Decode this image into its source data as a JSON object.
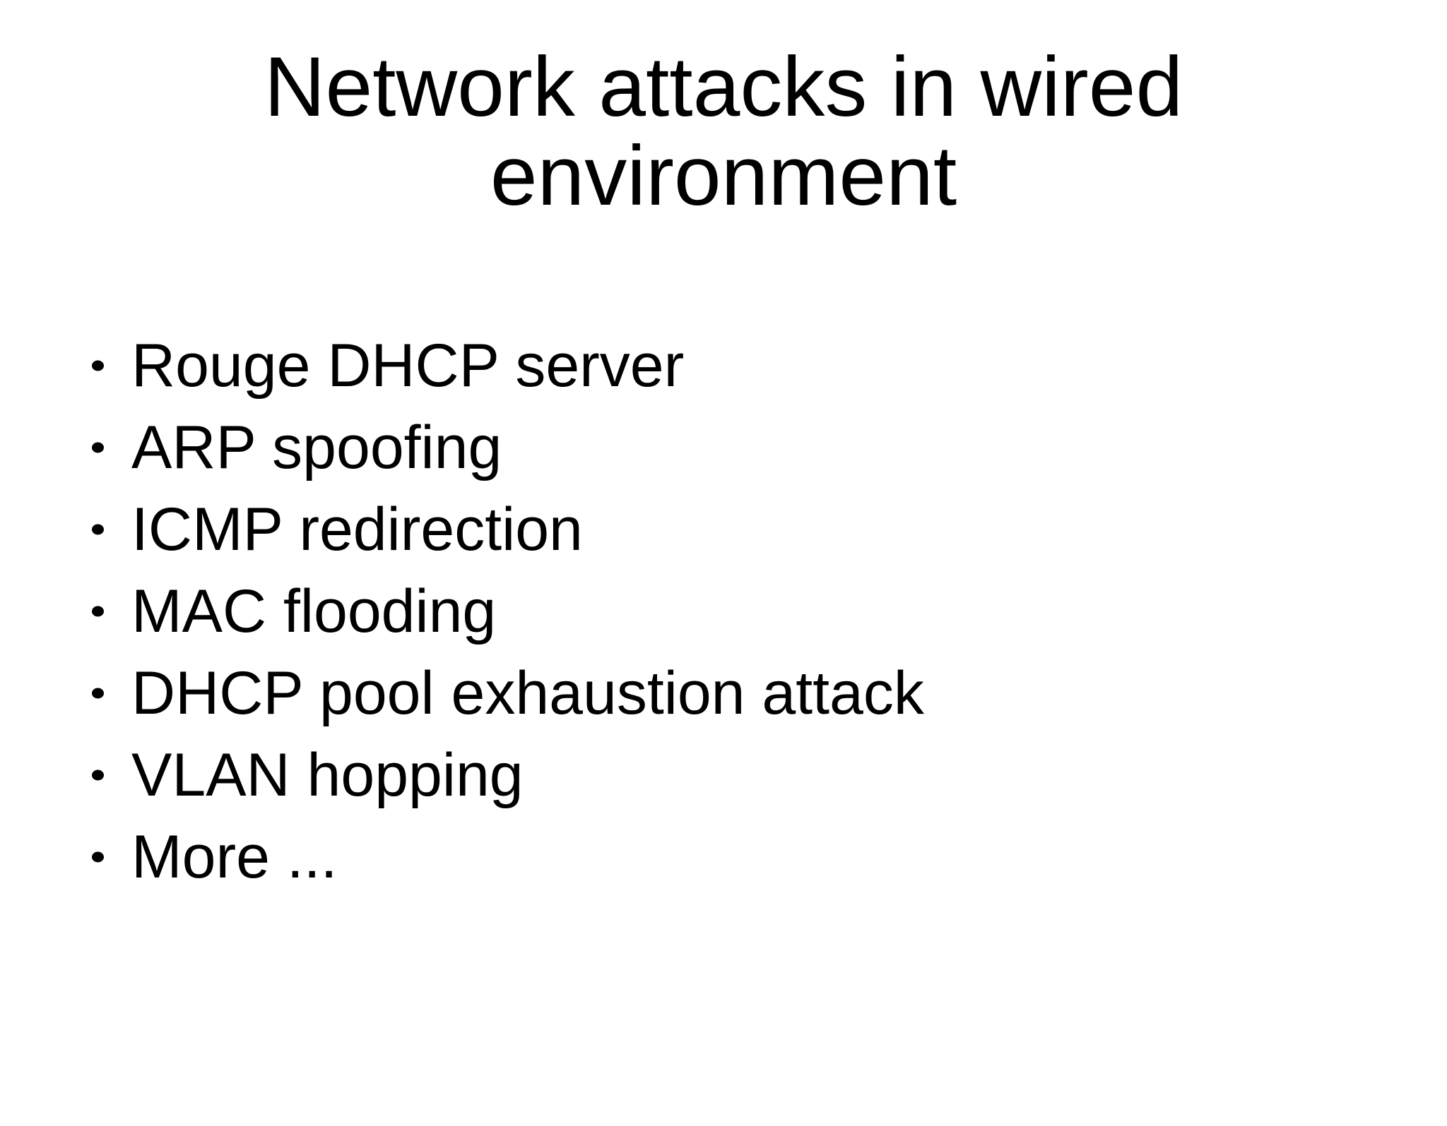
{
  "slide": {
    "title": {
      "lines": {
        "0": "Network attacks in wired",
        "1": "environment"
      },
      "full_text": "Network attacks in wired environment"
    },
    "bullets": {
      "0": "Rouge DHCP server",
      "1": "ARP spoofing",
      "2": "ICMP redirection",
      "3": "MAC flooding",
      "4": "DHCP pool exhaustion attack",
      "5": "VLAN hopping",
      "6": "More ..."
    },
    "colors": {
      "background": "#ffffff",
      "text": "#000000",
      "bullet_marker": "#000000"
    }
  }
}
